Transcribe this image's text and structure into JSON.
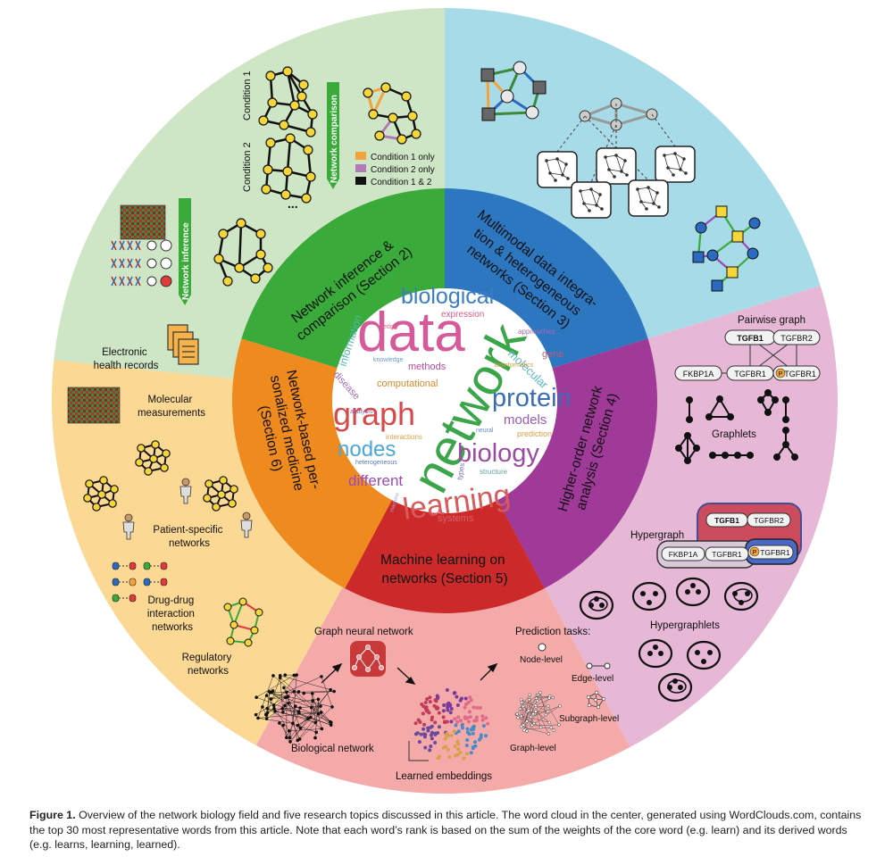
{
  "sectors": {
    "network_inference": {
      "color": "#cfe6c6"
    },
    "multimodal": {
      "color": "#a8dbe8"
    },
    "higher_order": {
      "color": "#e7b7d6"
    },
    "machine_learning": {
      "color": "#f4aaa9"
    },
    "personalized": {
      "color": "#fbd894"
    }
  },
  "ring": {
    "inference": {
      "color": "#3aaa3a",
      "lines": [
        "Network inference &",
        "comparison (Section 2)"
      ]
    },
    "multimodal": {
      "color": "#2d76c0",
      "lines": [
        "Multimodal data integra-",
        "tion & heterogeneous",
        "networks (Section 3)"
      ]
    },
    "higher_order": {
      "color": "#a03a98",
      "lines": [
        "Higher-order network",
        "analysis (Section 4)"
      ]
    },
    "ml": {
      "color": "#cc2a2a",
      "lines": [
        "Machine learning on",
        "networks (Section 5)"
      ]
    },
    "personalized": {
      "color": "#ee8a1e",
      "lines": [
        "Network-based per-",
        "sonalized medicine",
        "(Section 6)"
      ]
    }
  },
  "panel_inference": {
    "condition1": "Condition 1",
    "condition2": "Condition 2",
    "comparison_label": "Network comparison",
    "inference_label": "Network inference",
    "legend": [
      {
        "label": "Condition 1 only",
        "color": "#f4a23a"
      },
      {
        "label": "Condition 2 only",
        "color": "#b27bb8"
      },
      {
        "label": "Condition 1 & 2",
        "color": "#111111"
      }
    ],
    "ellipsis": "..."
  },
  "panel_higher_order": {
    "pairwise_title": "Pairwise graph",
    "graphlets_label": "Graphlets",
    "hypergraph_label": "Hypergraph",
    "hypergraphlets_label": "Hypergraphlets",
    "genes": {
      "tgfb1": "TGFB1",
      "tgfbr2": "TGFBR2",
      "fkbp1a": "FKBP1A",
      "tgfbr1": "TGFBR1"
    },
    "phospho": "P"
  },
  "panel_ml": {
    "gnn_label": "Graph neural network",
    "bio_label": "Biological network",
    "emb_label": "Learned embeddings",
    "tasks_label": "Prediction tasks:",
    "node_label": "Node-level",
    "edge_label": "Edge-level",
    "subgraph_label": "Subgraph-level",
    "graph_label": "Graph-level"
  },
  "panel_personalized": {
    "ehr": [
      "Electronic",
      "health records"
    ],
    "molecular": [
      "Molecular",
      "measurements"
    ],
    "patient": [
      "Patient-specific",
      "networks"
    ],
    "drug": [
      "Drug-drug",
      "interaction",
      "networks"
    ],
    "regulatory": [
      "Regulatory",
      "networks"
    ]
  },
  "word_cloud": [
    {
      "text": "data",
      "color": "#d65a9a"
    },
    {
      "text": "network",
      "color": "#3ba54a"
    },
    {
      "text": "biological",
      "color": "#3a7cc6"
    },
    {
      "text": "graph",
      "color": "#d84a4a"
    },
    {
      "text": "protein",
      "color": "#3a6cb6"
    },
    {
      "text": "biology",
      "color": "#9b4aa0"
    },
    {
      "text": "learning",
      "color": "#d85a5a"
    },
    {
      "text": "nodes",
      "color": "#4aa8d8"
    },
    {
      "text": "models",
      "color": "#9a5ab8"
    },
    {
      "text": "different",
      "color": "#9b4ab8"
    },
    {
      "text": "expression",
      "color": "#d85a8a"
    },
    {
      "text": "information",
      "color": "#4ab8a8"
    },
    {
      "text": "methods",
      "color": "#b84a98"
    },
    {
      "text": "computational",
      "color": "#d88a2a"
    },
    {
      "text": "disease",
      "color": "#9b6ab8"
    },
    {
      "text": "systems",
      "color": "#d8606a"
    },
    {
      "text": "molecular",
      "color": "#5ab8c8"
    },
    {
      "text": "gene",
      "color": "#b8607a"
    },
    {
      "text": "approaches",
      "color": "#a86ab8"
    },
    {
      "text": "prediction",
      "color": "#d8a04a"
    },
    {
      "text": "interactions",
      "color": "#d8a04a"
    },
    {
      "text": "edge",
      "color": "#d86a8a"
    },
    {
      "text": "knowledge",
      "color": "#6a9ac8"
    },
    {
      "text": "analysis",
      "color": "#8a6ab8"
    },
    {
      "text": "heterogeneous",
      "color": "#5a7ab8"
    },
    {
      "text": "bioinformatics",
      "color": "#c8a04a"
    },
    {
      "text": "neural",
      "color": "#6a8ac8"
    },
    {
      "text": "types",
      "color": "#7a6ab8"
    },
    {
      "text": "structure",
      "color": "#5aa8a8"
    },
    {
      "text": "machine",
      "color": "#9aa8c8"
    }
  ],
  "caption": {
    "label": "Figure 1.",
    "text": " Overview of the network biology field and five research topics discussed in this article. The word cloud in the center, generated using WordClouds.com, contains the top 30 most representative words from this article. Note that each word’s rank is based on the sum of the weights of the core word (e.g. learn) and its derived words (e.g. learns, learning, learned)."
  }
}
